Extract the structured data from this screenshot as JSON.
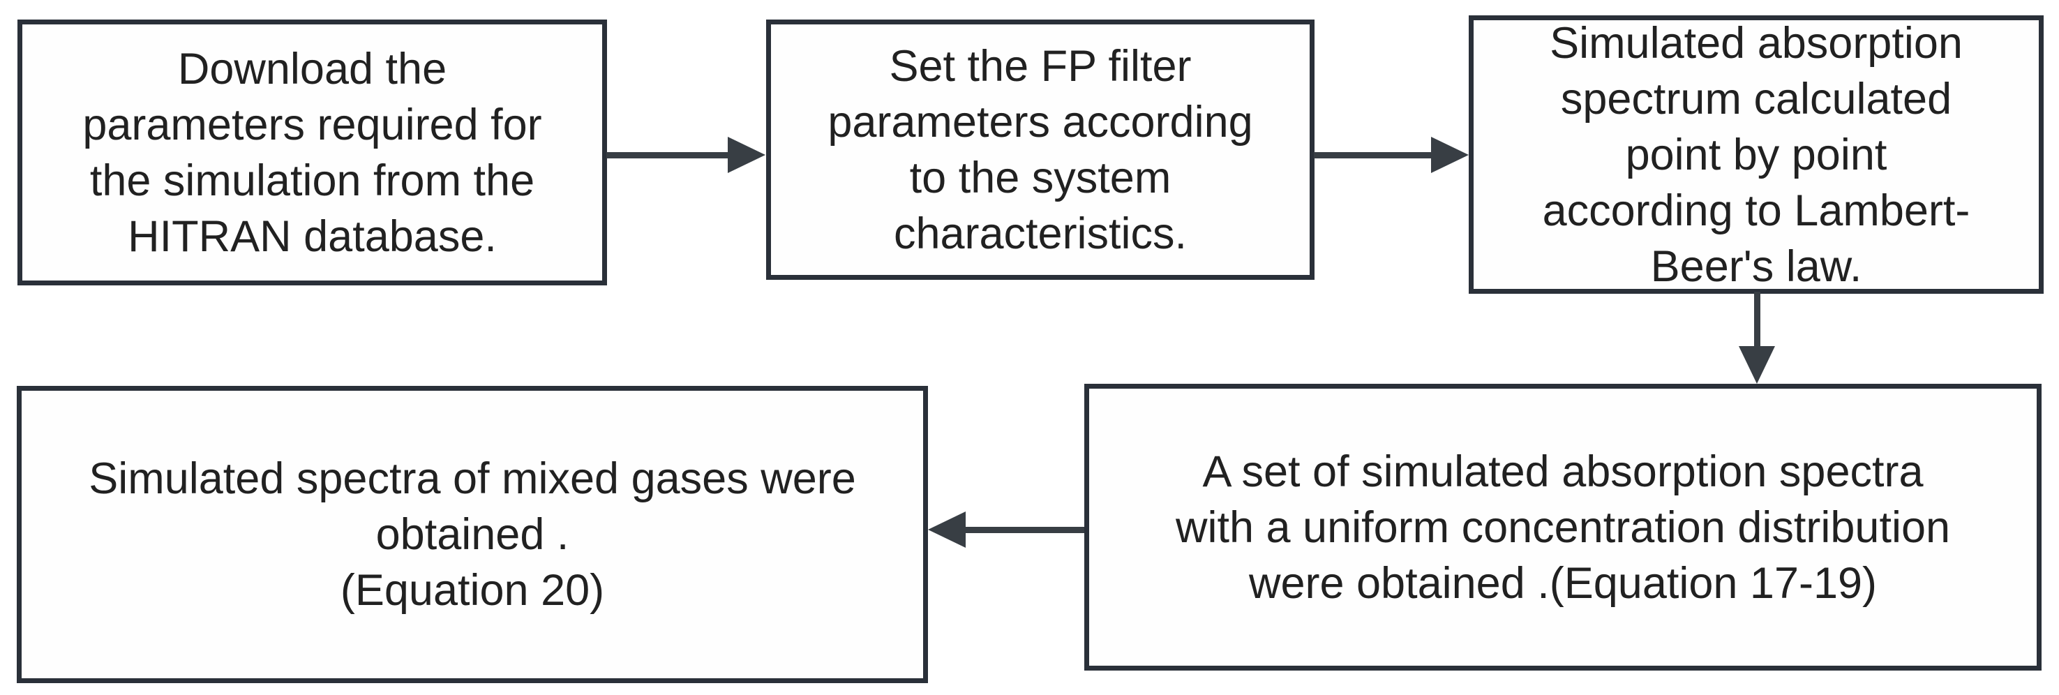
{
  "flowchart": {
    "colors": {
      "box_border": "#2a3039",
      "box_fill": "#fefefe",
      "text": "#212121",
      "arrow": "#383e44",
      "background": "#ffffff"
    },
    "boxes": [
      {
        "id": "download-hitran",
        "lines": [
          "Download the",
          "parameters required for",
          "the simulation from the",
          "HITRAN database."
        ]
      },
      {
        "id": "set-fp-filter",
        "lines": [
          "Set the FP filter",
          "parameters according",
          "to the system",
          "characteristics."
        ]
      },
      {
        "id": "simulate-absorption",
        "lines": [
          "Simulated absorption",
          "spectrum calculated",
          "point by point",
          "according to Lambert-",
          "Beer's law."
        ]
      },
      {
        "id": "uniform-spectra",
        "lines": [
          "A set of simulated absorption spectra",
          "with a uniform concentration distribution",
          "were obtained .(Equation 17-19)"
        ]
      },
      {
        "id": "mixed-gas-spectra",
        "lines": [
          "Simulated spectra of mixed gases were",
          "obtained .",
          "(Equation 20)"
        ]
      }
    ],
    "arrows": [
      {
        "id": "arrow-1",
        "from": "download-hitran",
        "to": "set-fp-filter",
        "direction": "right"
      },
      {
        "id": "arrow-2",
        "from": "set-fp-filter",
        "to": "simulate-absorption",
        "direction": "right"
      },
      {
        "id": "arrow-3",
        "from": "simulate-absorption",
        "to": "uniform-spectra",
        "direction": "down"
      },
      {
        "id": "arrow-4",
        "from": "uniform-spectra",
        "to": "mixed-gas-spectra",
        "direction": "left"
      }
    ]
  }
}
